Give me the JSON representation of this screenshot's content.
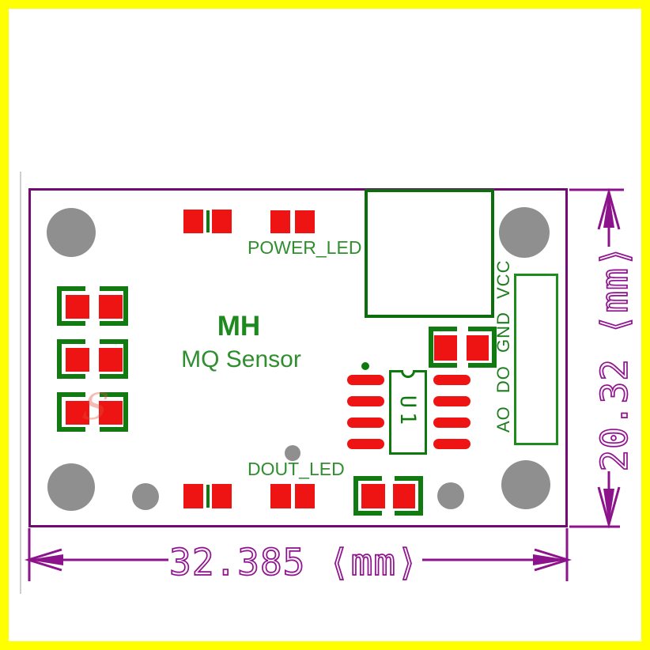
{
  "silkscreen": {
    "power_led": "POWER_LED",
    "dout_led": "DOUT_LED",
    "brand_line1": "MH",
    "brand_line2": "MQ Sensor",
    "ic_ref": "U1",
    "pin_labels": "AO DO GND VCC"
  },
  "dimensions": {
    "width": "32.385 ⟨mm⟩",
    "height": "20.32 ⟨mm⟩"
  },
  "watermark": "S",
  "colors": {
    "frame_yellow": "#ffff00",
    "board_outline_purple": "#730a73",
    "dimension_purple": "#8c138c",
    "pad_red": "#ee1414",
    "silkscreen_green": "#117a11",
    "label_green": "#2f8f2f",
    "hole_gray": "#8f8f8f",
    "background": "#ffffff"
  }
}
